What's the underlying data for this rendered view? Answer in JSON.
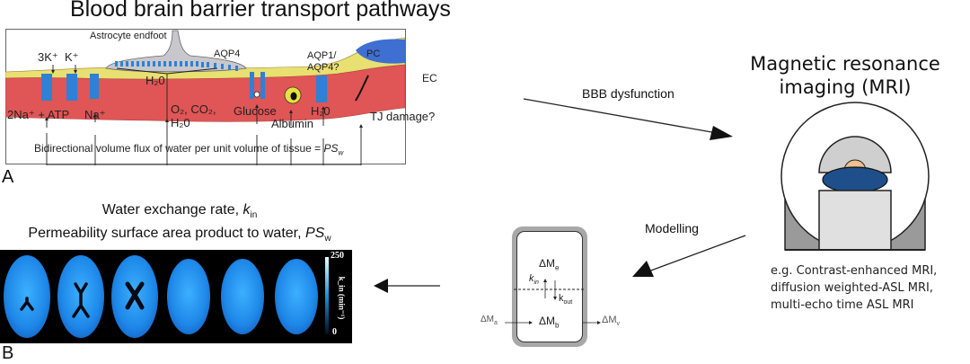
{
  "panel_a": {
    "title": "Blood brain barrier transport pathways",
    "label": "A",
    "astrocyte_label": "Astrocyte endfoot",
    "aqp4_label": "AQP4",
    "aqp1_label_line1": "AQP1/",
    "aqp1_label_line2": "AQP4?",
    "k3_label": "3K⁺",
    "k_label": "K⁺",
    "h2o_top": "H₂0",
    "pc_label": "PC",
    "ec_label": "EC",
    "na_atp_label": "2Na⁺ + ATP",
    "na_label": "Na⁺",
    "o2_line1": "O₂, CO₂,",
    "o2_line2": "H₂0",
    "glucose_label": "Glucose",
    "albumin_label": "Albumin",
    "h2o_bottom": "H₂0",
    "tj_label": "TJ damage?",
    "flux_text": "Bidirectional volume flux of water per unit volume of tissue = ",
    "flux_symbol": "PS",
    "flux_sub": "w",
    "colors": {
      "endothelium": "#e05555",
      "pericyte": "#3e6fd1",
      "basement": "#e8e070",
      "channel": "#2f80d6",
      "astrocyte": "#c8c8cc"
    }
  },
  "arrows": {
    "bbb_dysfunction": "BBB dysfunction",
    "modelling": "Modelling"
  },
  "mri": {
    "title_line1": "Magnetic resonance",
    "title_line2": "imaging (MRI)",
    "examples": [
      "e.g. Contrast-enhanced MRI,",
      "diffusion weighted-ASL MRI,",
      "multi-echo time ASL MRI"
    ]
  },
  "model": {
    "me": "ΔM",
    "me_sub": "e",
    "kin": "k",
    "kin_sub": "in",
    "kout": "k",
    "kout_sub": "out",
    "ma": "ΔM",
    "ma_sub": "a",
    "mb": "ΔM",
    "mb_sub": "b",
    "mv": "ΔM",
    "mv_sub": "v"
  },
  "panel_b": {
    "label": "B",
    "title_line1": "Water exchange rate, ",
    "title_line1_sym": "k",
    "title_line1_sub": "in",
    "title_line2": "Permeability surface area product to water, ",
    "title_line2_sym": "PS",
    "title_line2_sub": "w",
    "colorbar_max": "250",
    "colorbar_min": "0",
    "colorbar_label": "k_in (min⁻¹)",
    "slice_count": 6
  }
}
